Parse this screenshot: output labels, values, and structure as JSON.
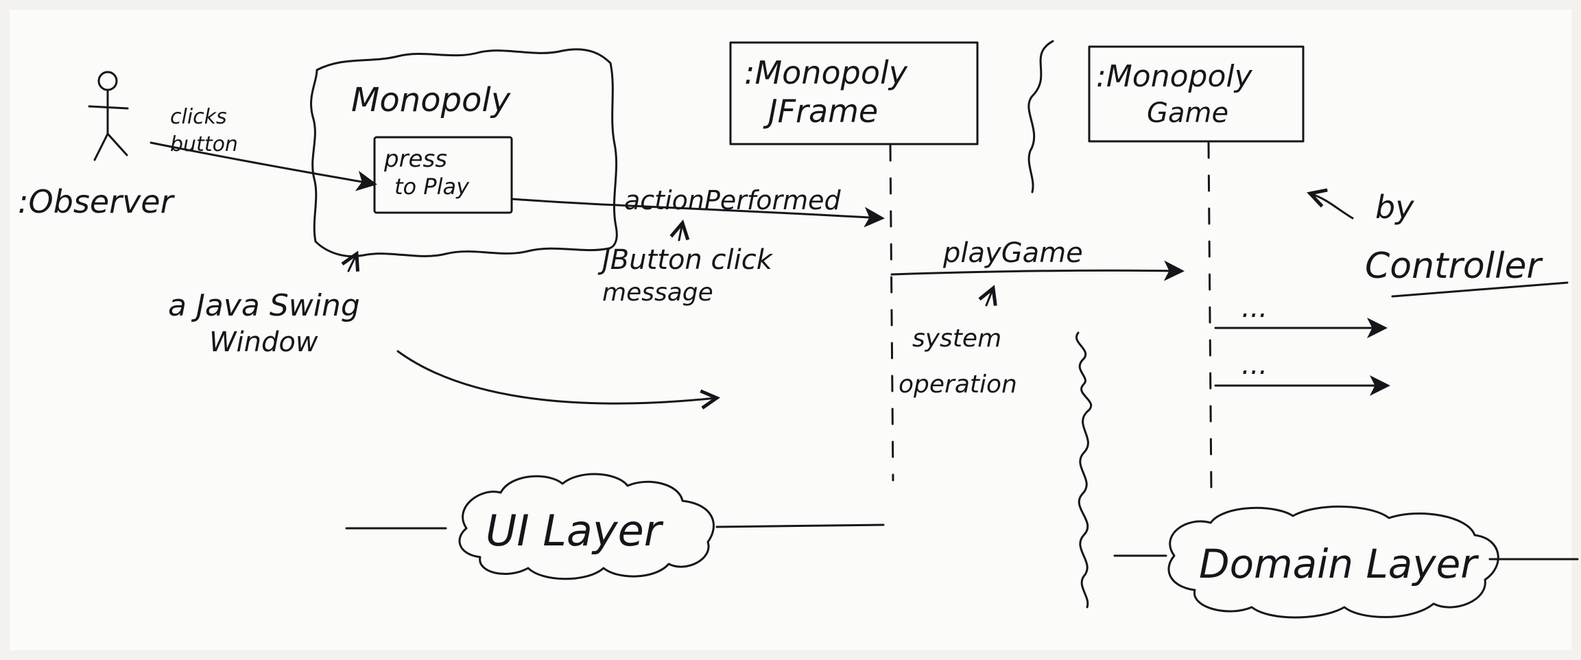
{
  "actor": {
    "label": ":Observer"
  },
  "annotations": {
    "clicks_button": [
      "clicks",
      "button"
    ],
    "java_swing_window": [
      "a Java Swing",
      "Window"
    ],
    "jbutton_click_message": [
      "JButton click",
      "message"
    ],
    "system_operation": [
      "system",
      "operation"
    ],
    "by_controller": [
      "by",
      "Controller"
    ]
  },
  "window": {
    "title": "Monopoly",
    "button_label": [
      "press",
      "to Play"
    ]
  },
  "lifelines": {
    "jframe": [
      ":Monopoly",
      "JFrame"
    ],
    "game": [
      ":Monopoly",
      "Game"
    ]
  },
  "messages": {
    "action_performed": "actionPerformed",
    "play_game": "playGame",
    "ellipsis_1": "...",
    "ellipsis_2": "..."
  },
  "layers": {
    "ui": "UI Layer",
    "domain": "Domain Layer"
  }
}
